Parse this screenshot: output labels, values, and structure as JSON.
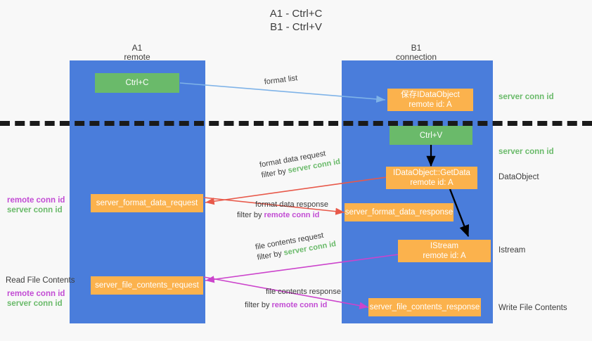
{
  "title": {
    "line1": "A1 - Ctrl+C",
    "line2": "B1 - Ctrl+V"
  },
  "columns": [
    {
      "name": "A1",
      "sub": "remote"
    },
    {
      "name": "B1",
      "sub": "connection"
    }
  ],
  "nodes": {
    "ctrl_c": {
      "label": "Ctrl+C"
    },
    "save_idataobject": {
      "line1": "保存IDataObject",
      "line2": "remote id: A"
    },
    "ctrl_v": {
      "label": "Ctrl+V"
    },
    "getdata": {
      "line1": "IDataObject::GetData",
      "line2": "remote id: A"
    },
    "server_format_data_request": {
      "label": "server_format_data_request"
    },
    "server_format_data_response": {
      "label": "server_format_data_response"
    },
    "istream": {
      "line1": "IStream",
      "line2": "remote id: A"
    },
    "server_file_contents_request": {
      "label": "server_file_contents_request"
    },
    "server_file_contents_response": {
      "label": "server_file_contents_response"
    }
  },
  "right_labels": {
    "server_conn_id_top": "server conn id",
    "server_conn_id_second": "server conn id",
    "dataobject": "DataObject",
    "istream": "Istream",
    "write_file_contents": "Write File Contents"
  },
  "left_labels": {
    "remote_conn_id_1": "remote conn id",
    "server_conn_id_1": "server conn id",
    "read_file_contents": "Read File Contents",
    "remote_conn_id_2": "remote conn id",
    "server_conn_id_2": "server conn id"
  },
  "edges": [
    {
      "id": "format-list",
      "text": "format list",
      "filter_prefix": "",
      "filter_value": "",
      "filter_kind": ""
    },
    {
      "id": "format-data-request",
      "text": "format data request",
      "filter_prefix": "filter by ",
      "filter_value": "server conn id",
      "filter_kind": "green"
    },
    {
      "id": "format-data-response",
      "text": "format data response",
      "filter_prefix": "filter by ",
      "filter_value": "remote conn id",
      "filter_kind": "magenta"
    },
    {
      "id": "file-contents-request",
      "text": "file contents request",
      "filter_prefix": "filter by ",
      "filter_value": "server conn id",
      "filter_kind": "green"
    },
    {
      "id": "file-contents-response",
      "text": "file contents response",
      "filter_prefix": "filter by ",
      "filter_value": "remote conn id",
      "filter_kind": "magenta"
    }
  ],
  "colors": {
    "lane": "#4a7ddb",
    "green_node": "#6aba6a",
    "orange_node": "#fbb24d",
    "green_text": "#6aba6a",
    "magenta_text": "#c24cd4",
    "light_blue_arrow": "#7fb3e8",
    "red_arrow": "#e8594a",
    "magenta_arrow": "#cc44cc",
    "black_arrow": "#000000",
    "background": "#f8f8f8"
  }
}
